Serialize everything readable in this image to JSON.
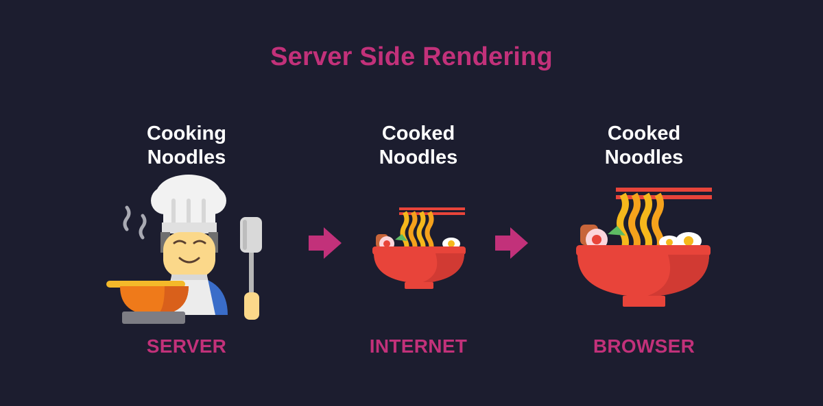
{
  "title": "Server Side Rendering",
  "stages": [
    {
      "id": "server",
      "top_line1": "Cooking",
      "top_line2": "Noodles",
      "bottom_label": "SERVER",
      "icon": "chef-cooking-icon"
    },
    {
      "id": "internet",
      "top_line1": "Cooked",
      "top_line2": "Noodles",
      "bottom_label": "INTERNET",
      "icon": "noodle-bowl-icon"
    },
    {
      "id": "browser",
      "top_line1": "Cooked",
      "top_line2": "Noodles",
      "bottom_label": "BROWSER",
      "icon": "noodle-bowl-icon"
    }
  ],
  "colors": {
    "background": "#1c1d2f",
    "accent": "#c2317a",
    "text": "#ffffff",
    "bowl": "#e8443a",
    "noodle": "#f5b81c",
    "chopsticks": "#e8443a"
  }
}
